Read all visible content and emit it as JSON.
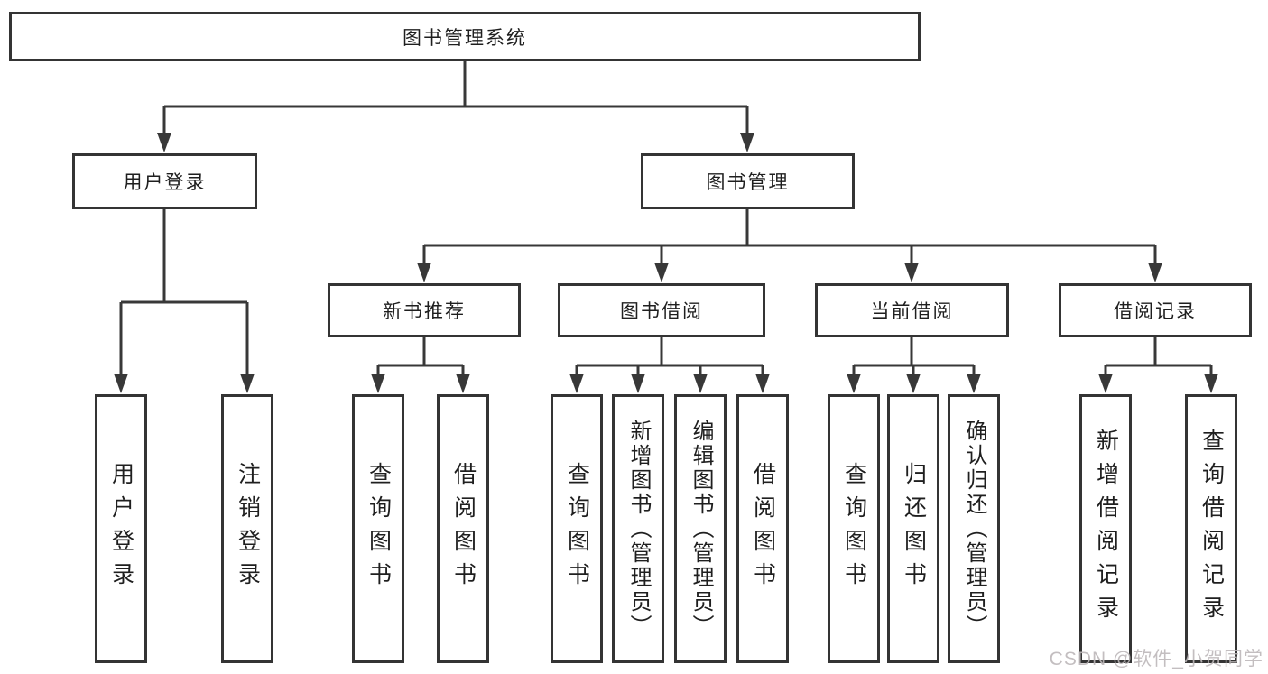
{
  "diagram": {
    "root": {
      "label": "图书管理系统",
      "children": [
        {
          "label": "用户登录",
          "children": [
            {
              "label": "用户登录"
            },
            {
              "label": "注销登录"
            }
          ]
        },
        {
          "label": "图书管理",
          "children": [
            {
              "label": "新书推荐",
              "children": [
                {
                  "label": "查询图书"
                },
                {
                  "label": "借阅图书"
                }
              ]
            },
            {
              "label": "图书借阅",
              "children": [
                {
                  "label": "查询图书"
                },
                {
                  "label": "新增图书（管理员）"
                },
                {
                  "label": "编辑图书（管理员）"
                },
                {
                  "label": "借阅图书"
                }
              ]
            },
            {
              "label": "当前借阅",
              "children": [
                {
                  "label": "查询图书"
                },
                {
                  "label": "归还图书"
                },
                {
                  "label": "确认归还（管理员）"
                }
              ]
            },
            {
              "label": "借阅记录",
              "children": [
                {
                  "label": "新增借阅记录"
                },
                {
                  "label": "查询借阅记录"
                }
              ]
            }
          ]
        }
      ]
    },
    "watermark": {
      "text": "CSDN @软件_小贺同学"
    },
    "colors": {
      "line": "#383838",
      "text": "#1f1f1f",
      "watermark": "#bdb8ba",
      "background": "#ffffff"
    }
  }
}
